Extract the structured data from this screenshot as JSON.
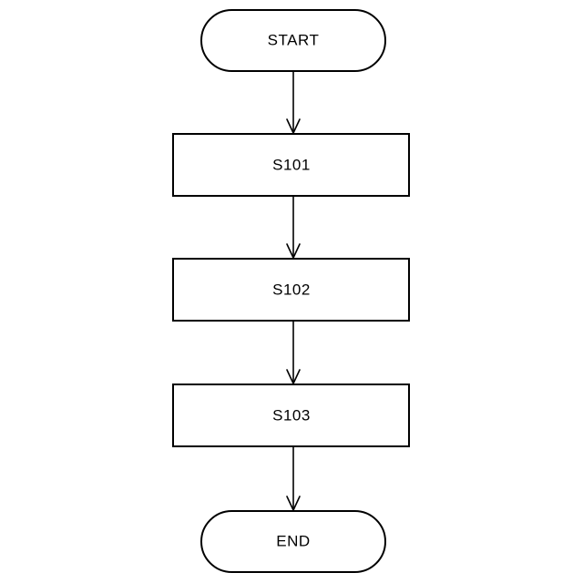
{
  "flowchart": {
    "start_label": "START",
    "steps": [
      {
        "label": "S101"
      },
      {
        "label": "S102"
      },
      {
        "label": "S103"
      }
    ],
    "end_label": "END"
  }
}
